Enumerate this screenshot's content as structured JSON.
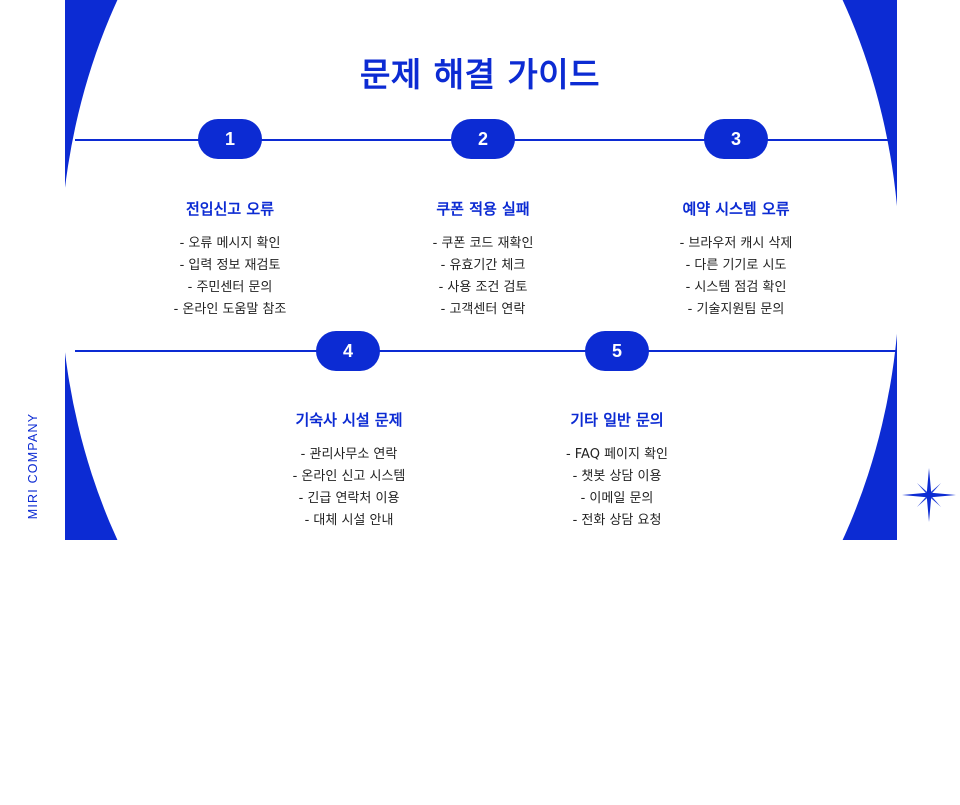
{
  "title": "문제 해결 가이드",
  "brand": "MIRI COMPANY",
  "colors": {
    "accent": "#0c2bd3",
    "text": "#222222",
    "background": "#ffffff"
  },
  "steps": [
    {
      "number": "1",
      "title": "전입신고 오류",
      "items": [
        "- 오류 메시지 확인",
        "- 입력 정보 재검토",
        "- 주민센터 문의",
        "- 온라인 도움말 참조"
      ]
    },
    {
      "number": "2",
      "title": "쿠폰 적용 실패",
      "items": [
        "- 쿠폰 코드 재확인",
        "- 유효기간 체크",
        "- 사용 조건 검토",
        "- 고객센터 연락"
      ]
    },
    {
      "number": "3",
      "title": "예약 시스템 오류",
      "items": [
        "- 브라우저 캐시 삭제",
        "- 다른 기기로 시도",
        "- 시스템 점검 확인",
        "- 기술지원팀 문의"
      ]
    },
    {
      "number": "4",
      "title": "기숙사 시설 문제",
      "items": [
        "- 관리사무소 연락",
        "- 온라인 신고 시스템",
        "- 긴급 연락처 이용",
        "- 대체 시설 안내"
      ]
    },
    {
      "number": "5",
      "title": "기타 일반 문의",
      "items": [
        "- FAQ 페이지 확인",
        "- 챗봇 상담 이용",
        "- 이메일 문의",
        "- 전화 상담 요청"
      ]
    }
  ],
  "icons": {
    "sparkle": "four-point-star-icon"
  }
}
